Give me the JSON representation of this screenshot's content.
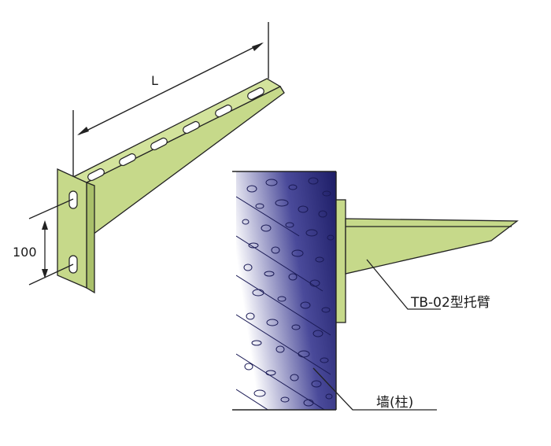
{
  "labels": {
    "length_dimension": "L",
    "spacing_dimension": "100",
    "bracket_callout": "TB-02型托臂",
    "wall_callout": "墙(柱)"
  },
  "colors": {
    "bracket_fill": "#c6d98a",
    "bracket_dark": "#a9c06a",
    "wall_dark": "#1f1f6e",
    "wall_light": "#ffffff",
    "outline": "#222222"
  }
}
